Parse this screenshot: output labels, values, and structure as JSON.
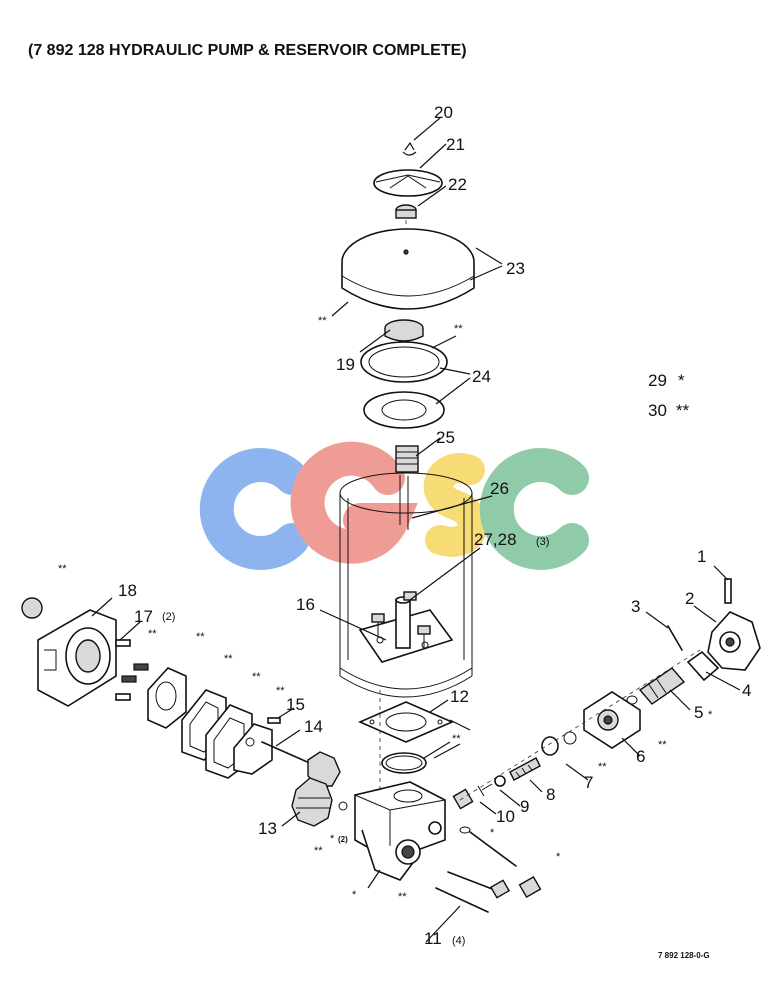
{
  "title": "(7 892 128 HYDRAULIC PUMP & RESERVOIR COMPLETE)",
  "drawing_ref": "7 892 128-0-G",
  "watermark": "CGSC",
  "legend": [
    {
      "number": "29",
      "mark": "*"
    },
    {
      "number": "30",
      "mark": "**"
    }
  ],
  "callouts": {
    "c1": "1",
    "c2": "2",
    "c3": "3",
    "c4": "4",
    "c5": "5",
    "c6": "6",
    "c7": "7",
    "c8": "8",
    "c9": "9",
    "c10": "10",
    "c11": "11",
    "c11n": "(4)",
    "c12": "12",
    "c13": "13",
    "c14": "14",
    "c15": "15",
    "c16": "16",
    "c17": "17",
    "c17n": "(2)",
    "c18": "18",
    "c19": "19",
    "c20": "20",
    "c21": "21",
    "c22": "22",
    "c23": "23",
    "c24": "24",
    "c25": "25",
    "c26": "26",
    "c27": "27,28",
    "c27n": "(3)",
    "star_note": "(2)"
  },
  "marks": {
    "single": "*",
    "double": "**"
  }
}
